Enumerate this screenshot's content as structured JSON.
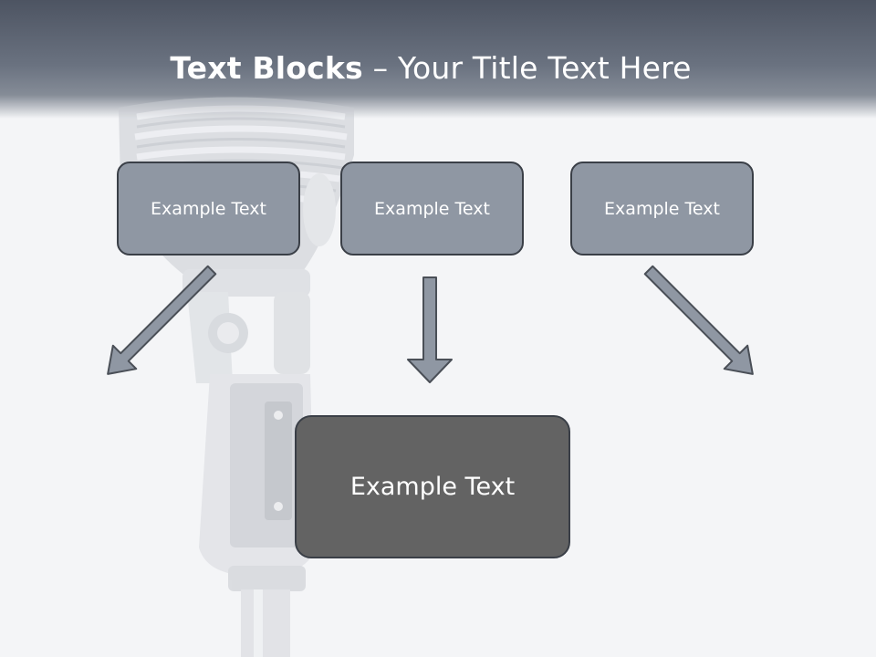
{
  "slide": {
    "title_bold": "Text Blocks",
    "title_dash": " – ",
    "title_rest": "Your Title Text Here"
  },
  "blocks": {
    "top_left": "Example Text",
    "top_center": "Example Text",
    "top_right": "Example Text",
    "bottom": "Example Text"
  },
  "colors": {
    "header": "#5f6774",
    "block_fill": "#8f97a3",
    "bottom_block_fill": "#636363",
    "arrow_fill": "#8f97a3",
    "outline": "#3a3f47"
  },
  "icons": {
    "background_image": "vintage-microphone"
  }
}
